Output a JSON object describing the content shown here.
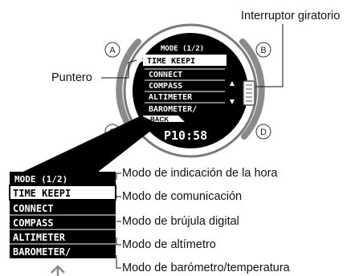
{
  "callouts": {
    "crown": "Interruptor giratorio",
    "pointer": "Puntero"
  },
  "buttons": {
    "a": "A",
    "b": "B",
    "c": "C",
    "d": "D"
  },
  "watch": {
    "menu_title": "MODE (1/2)",
    "menu_items": [
      "TIME KEEPI",
      "CONNECT",
      "COMPASS",
      "ALTIMETER",
      "BAROMETER/"
    ],
    "back_label": "BACK",
    "time": "P10:58"
  },
  "enlarged_menu": {
    "title": "MODE (1/2)",
    "items": [
      "TIME KEEPI",
      "CONNECT",
      "COMPASS",
      "ALTIMETER",
      "BAROMETER/"
    ]
  },
  "mode_labels": [
    "Modo de indicación de la hora",
    "Modo de comunicación",
    "Modo de brújula digital",
    "Modo de altímetro",
    "Modo de barómetro/temperatura"
  ]
}
